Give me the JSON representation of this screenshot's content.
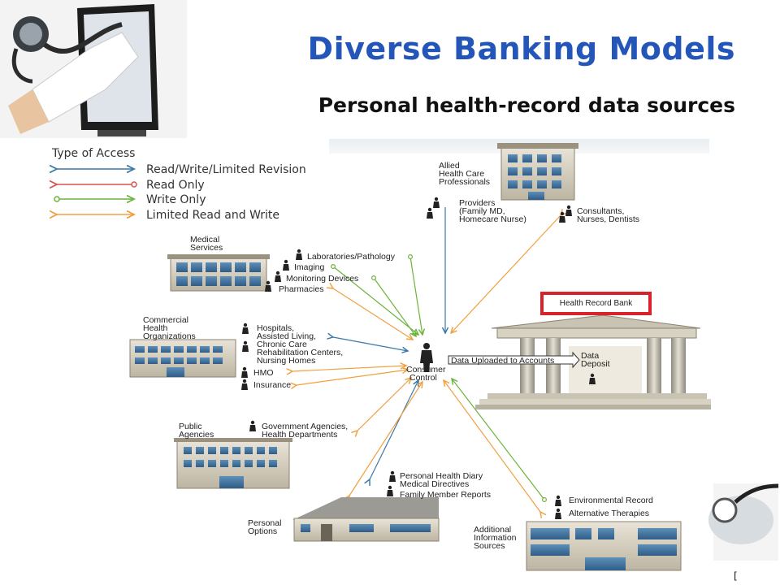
{
  "slide": {
    "title": "Diverse Banking Models",
    "subtitle": "Personal health-record data sources"
  },
  "legend": {
    "heading": "Type of Access",
    "items": [
      {
        "label": "Read/Write/Limited Revision",
        "color": "#3a78a8"
      },
      {
        "label": "Read Only",
        "color": "#d9534f"
      },
      {
        "label": "Write Only",
        "color": "#6bb33b"
      },
      {
        "label": "Limited Read and Write",
        "color": "#f0a040"
      }
    ]
  },
  "center": {
    "label_line1": "Consumer",
    "label_line2": "Control"
  },
  "bank": {
    "name": "Health Record Bank",
    "upload_label": "Data Uploaded to Accounts",
    "deposit_line1": "Data",
    "deposit_line2": "Deposit"
  },
  "groups": {
    "allied": {
      "line1": "Allied",
      "line2": "Health  Care",
      "line3": "Professionals",
      "providers_line1": "Providers",
      "providers_line2": "(Family MD,",
      "providers_line3": "Homecare Nurse)",
      "consultants_line1": "Consultants,",
      "consultants_line2": "Nurses, Dentists"
    },
    "medical": {
      "line1": "Medical",
      "line2": "Services",
      "items": [
        "Laboratories/Pathology",
        "Imaging",
        "Monitoring Devices",
        "Pharmacies"
      ]
    },
    "commercial": {
      "line1": "Commercial",
      "line2": "Health",
      "line3": "Organizations",
      "hosp_line1": "Hospitals,",
      "hosp_line2": "Assisted Living,",
      "hosp_line3": "Chronic Care",
      "hosp_line4": "Rehabilitation Centers,",
      "hosp_line5": "Nursing Homes",
      "hmo": "HMO",
      "insurance": "Insurance"
    },
    "public": {
      "line1": "Public",
      "line2": "Agencies",
      "gov_line1": "Government Agencies,",
      "gov_line2": "Health Departments"
    },
    "personal": {
      "line1": "Personal",
      "line2": "Options",
      "diary_line1": "Personal Health Diary",
      "diary_line2": "Medical Directives",
      "family": "Family Member Reports"
    },
    "additional": {
      "line1": "Additional",
      "line2": "Information",
      "line3": "Sources",
      "env": "Environmental Record",
      "alt": "Alternative Therapies"
    }
  },
  "footer": {
    "page_marker": "["
  }
}
